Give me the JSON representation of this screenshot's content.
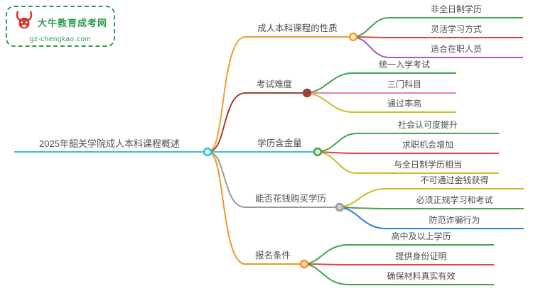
{
  "logo": {
    "title": "大牛教育成考网",
    "subtitle": "gz-chengkao.com",
    "icon": "bull-icon",
    "green": "#2e9e4f",
    "red": "#d6362b"
  },
  "central": {
    "label": "2025年韶关学院成人本科课程概述",
    "color": "#3bbfd4",
    "node_fill": "#d9f2f6"
  },
  "palette": {
    "text": "#4d4d4d",
    "background": "#ffffff"
  },
  "branches": [
    {
      "label": "成人本科课程的性质",
      "color": "#f0a030",
      "node_fill": "#fdeecf",
      "children": [
        {
          "label": "非全日制学历",
          "color": "#44a34f"
        },
        {
          "label": "灵活学习方式",
          "color": "#e2453c"
        },
        {
          "label": "适合在职人员",
          "color": "#a855b8"
        }
      ]
    },
    {
      "label": "考试难度",
      "color": "#9e4037",
      "node_fill": "#9e4037",
      "children": [
        {
          "label": "统一入学考试",
          "color": "#44a34f"
        },
        {
          "label": "三门科目",
          "color": "#ee7fb0"
        },
        {
          "label": "通过率高",
          "color": "#cbbe2b"
        }
      ]
    },
    {
      "label": "学历含金量",
      "color": "#3bbfd4",
      "node_color": "#44a34f",
      "node_fill": "#d9efdb",
      "children": [
        {
          "label": "社会认可度提升",
          "color": "#44a34f"
        },
        {
          "label": "求职机会增加",
          "color": "#e2453c"
        },
        {
          "label": "与全日制学历相当",
          "color": "#cbbe2b"
        }
      ]
    },
    {
      "label": "能否花钱购买学历",
      "color": "#999999",
      "node_fill": "#cccccc",
      "children": [
        {
          "label": "不可通过金钱获得",
          "color": "#cbbe2b"
        },
        {
          "label": "必须正规学习和考试",
          "color": "#44a34f"
        },
        {
          "label": "防范诈骗行为",
          "color": "#2b7de0"
        }
      ]
    },
    {
      "label": "报名条件",
      "color": "#ef9726",
      "node_fill": "#f6d9a8",
      "children": [
        {
          "label": "高中及以上学历",
          "color": "#44a34f"
        },
        {
          "label": "提供身份证明",
          "color": "#e2453c"
        },
        {
          "label": "确保材料真实有效",
          "color": "#44a34f"
        }
      ]
    }
  ]
}
